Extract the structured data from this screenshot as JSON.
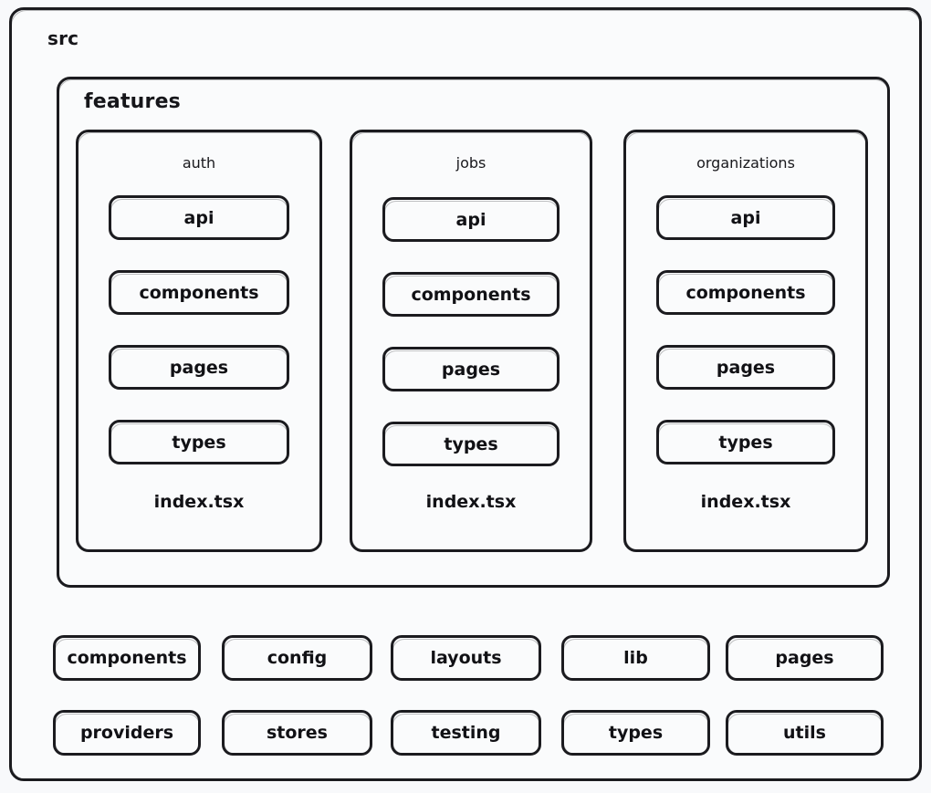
{
  "diagram": {
    "title": "src",
    "style": "hand-drawn-excalidraw",
    "colors": {
      "canvas_background": "#f8f9fb",
      "box_fill": "#fafbfc",
      "stroke": "#1b1b1f",
      "text": "#111115"
    },
    "root": {
      "label": "src"
    },
    "features_group": {
      "label": "features",
      "columns": [
        {
          "name": "auth",
          "folders": [
            "api",
            "components",
            "pages",
            "types"
          ],
          "file": "index.tsx"
        },
        {
          "name": "jobs",
          "folders": [
            "api",
            "components",
            "pages",
            "types"
          ],
          "file": "index.tsx"
        },
        {
          "name": "organizations",
          "folders": [
            "api",
            "components",
            "pages",
            "types"
          ],
          "file": "index.tsx"
        }
      ]
    },
    "top_level_folders": {
      "row_a": [
        "components",
        "config",
        "layouts",
        "lib",
        "pages"
      ],
      "row_b": [
        "providers",
        "stores",
        "testing",
        "types",
        "utils"
      ]
    }
  }
}
